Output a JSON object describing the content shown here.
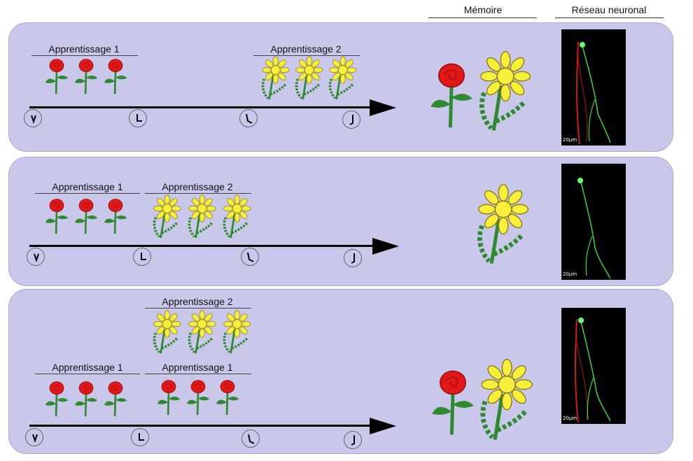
{
  "headers": {
    "memory": "Mémoire",
    "network": "Réseau neuronal"
  },
  "panels": [
    {
      "labels": [
        {
          "text": "Apprentissage 1"
        },
        {
          "text": "Apprentissage 2"
        }
      ],
      "memory_items": [
        "rose-icon",
        "daisy-icon"
      ],
      "neuron": {
        "colors": [
          "red",
          "green"
        ],
        "scale_label": "20µm"
      }
    },
    {
      "labels": [
        {
          "text": "Apprentissage 1"
        },
        {
          "text": "Apprentissage 2"
        }
      ],
      "memory_items": [
        "daisy-icon"
      ],
      "neuron": {
        "colors": [
          "green"
        ],
        "scale_label": "20µm"
      }
    },
    {
      "labels": [
        {
          "text": "Apprentissage 2"
        },
        {
          "text": "Apprentissage 1"
        },
        {
          "text": "Apprentissage 1"
        }
      ],
      "memory_items": [
        "rose-icon",
        "daisy-icon"
      ],
      "neuron": {
        "colors": [
          "red",
          "green"
        ],
        "scale_label": "20µm"
      }
    }
  ],
  "colors": {
    "panel_bg": "#c9c8ea",
    "rose": "#e01818",
    "daisy": "#f7ef3a",
    "stem": "#2f8a2f",
    "neuron_red": "#d11a1a",
    "neuron_green": "#3bd43b"
  }
}
